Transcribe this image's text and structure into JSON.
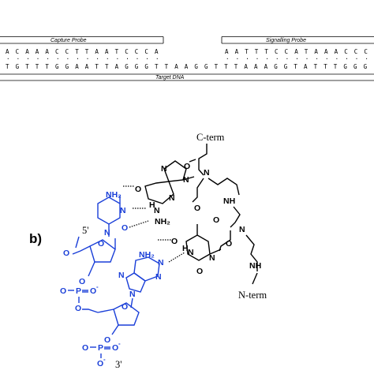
{
  "panel_a": {
    "capture_probe_label": "Capture Probe",
    "signalling_probe_label": "Signalling Probe",
    "target_dna_label": "Target DNA",
    "probe_top_strand": [
      "A",
      "C",
      "A",
      "A",
      "A",
      "C",
      "C",
      "T",
      "T",
      "A",
      "A",
      "T",
      "C",
      "C",
      "C",
      "A",
      "A",
      "A",
      "T",
      "T",
      "T",
      "C",
      "C",
      "A",
      "T",
      "A",
      "A",
      "A",
      "C",
      "C",
      "C"
    ],
    "probe_top_links": [
      "·",
      "·",
      "·",
      "·",
      "·",
      "·",
      "·",
      "·",
      "·",
      "·",
      "·",
      "·",
      "·",
      "·",
      "·",
      "·",
      "·",
      "·",
      "·",
      "·",
      "·",
      "·",
      "·",
      "·",
      "·",
      "·",
      "·",
      "·",
      "·",
      "·",
      "·"
    ],
    "target_strand": [
      "T",
      "G",
      "T",
      "T",
      "T",
      "G",
      "G",
      "A",
      "A",
      "T",
      "T",
      "A",
      "G",
      "G",
      "G",
      "T",
      "T",
      "A",
      "A",
      "G",
      "G",
      "T",
      "T",
      "T",
      "A",
      "A",
      "A",
      "G",
      "G",
      "T",
      "A",
      "T",
      "T",
      "T",
      "G",
      "G",
      "G"
    ]
  },
  "panel_b": {
    "label": "b)",
    "c_term": "C-term",
    "n_term": "N-term",
    "five_prime": "5'",
    "three_prime": "3'",
    "atoms": {
      "N": "N",
      "O": "O",
      "P": "P",
      "NH": "NH",
      "NH2": "NH₂",
      "H": "H"
    },
    "colors": {
      "dna": "#1a3fd8",
      "pna": "#000000"
    }
  }
}
